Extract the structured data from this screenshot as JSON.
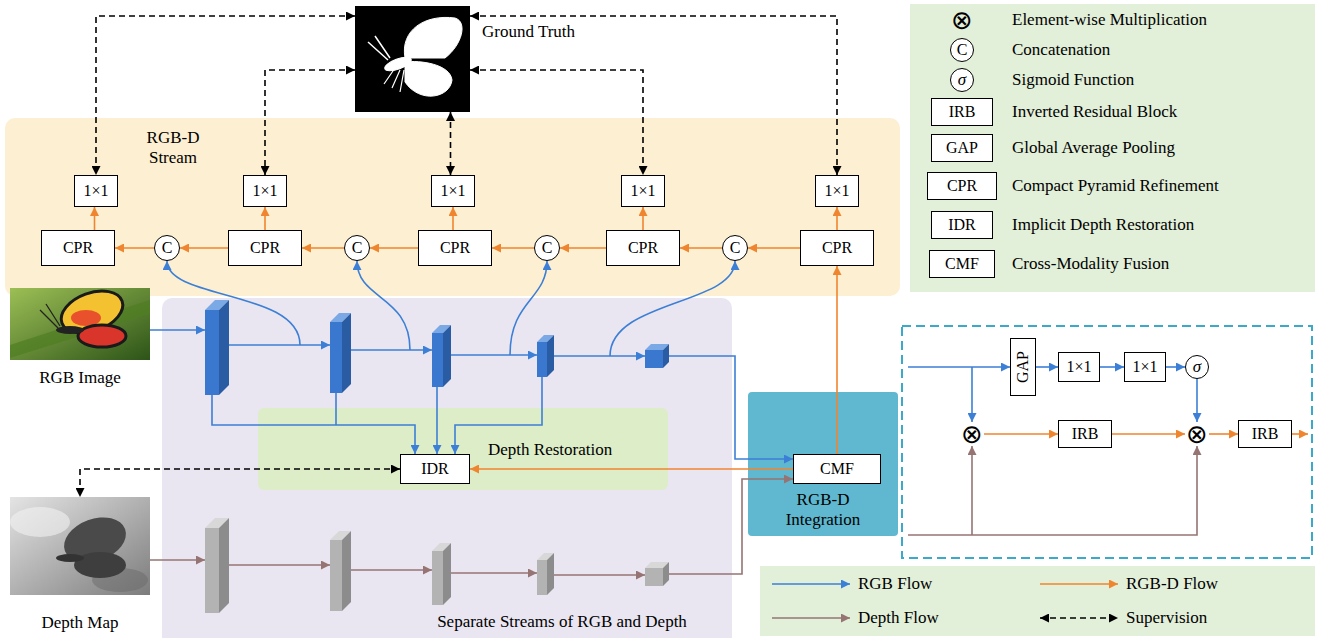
{
  "diagram": {
    "nodes": [
      {
        "text": [
          "Ground Truth"
        ]
      },
      {
        "text": [
          "RGB-D Stream"
        ]
      },
      {
        "text": [
          "1×1"
        ],
        "in": 1
      },
      {
        "text": [
          "1×1"
        ],
        "in": 1
      },
      {
        "text": [
          "1×1"
        ],
        "in": 1
      },
      {
        "text": [
          "1×1"
        ],
        "in": 1
      },
      {
        "text": [
          "1×1"
        ],
        "in": 1
      },
      {
        "text": [
          "CPR"
        ],
        "in": 1
      },
      {
        "text": [
          "C"
        ],
        "in": 1
      },
      {
        "text": [
          "CPR"
        ],
        "in": 1
      },
      {
        "text": [
          "C"
        ],
        "in": 1
      },
      {
        "text": [
          "CPR"
        ],
        "in": 1
      },
      {
        "text": [
          "C"
        ],
        "in": 1
      },
      {
        "text": [
          "CPR"
        ],
        "in": 1
      },
      {
        "text": [
          "C"
        ],
        "in": 1
      },
      {
        "text": [
          "CPR"
        ],
        "in": 1
      },
      {
        "text": [
          "RGB Image"
        ]
      },
      {
        "text": [
          "Separate Streams of RGB and Depth"
        ]
      },
      {
        "text": [
          "Depth Restoration"
        ],
        "in": 17
      },
      {
        "text": [
          "IDR"
        ],
        "in": 18
      },
      {
        "text": [
          "Depth Map"
        ]
      },
      {
        "text": [
          "RGB-D Integration"
        ]
      },
      {
        "text": [
          "CMF"
        ],
        "in": 21
      },
      {
        "text": [
          "GAP"
        ]
      },
      {
        "text": [
          "1×1"
        ]
      },
      {
        "text": [
          "1×1"
        ]
      },
      {
        "text": [
          "σ"
        ]
      },
      {
        "text": [
          "⊗"
        ]
      },
      {
        "text": [
          "IRB"
        ]
      },
      {
        "text": [
          "⊗"
        ]
      },
      {
        "text": [
          "IRB"
        ]
      }
    ],
    "edges": [
      {
        "from": 0,
        "to": 2,
        "arrow": "both"
      },
      {
        "from": 0,
        "to": 3,
        "arrow": "both"
      },
      {
        "from": 0,
        "to": 4,
        "arrow": "both"
      },
      {
        "from": 0,
        "to": 5,
        "arrow": "both"
      },
      {
        "from": 0,
        "to": 6,
        "arrow": "both"
      },
      {
        "from": 7,
        "to": 2,
        "arrow": "to"
      },
      {
        "from": 9,
        "to": 3,
        "arrow": "to"
      },
      {
        "from": 11,
        "to": 4,
        "arrow": "to"
      },
      {
        "from": 13,
        "to": 5,
        "arrow": "to"
      },
      {
        "from": 15,
        "to": 6,
        "arrow": "to"
      },
      {
        "from": 15,
        "to": 14,
        "arrow": "to"
      },
      {
        "from": 14,
        "to": 13,
        "arrow": "to"
      },
      {
        "from": 13,
        "to": 12,
        "arrow": "to"
      },
      {
        "from": 12,
        "to": 11,
        "arrow": "to"
      },
      {
        "from": 11,
        "to": 10,
        "arrow": "to"
      },
      {
        "from": 10,
        "to": 9,
        "arrow": "to"
      },
      {
        "from": 9,
        "to": 8,
        "arrow": "to"
      },
      {
        "from": 8,
        "to": 7,
        "arrow": "to"
      },
      {
        "from": 22,
        "to": 15,
        "arrow": "to"
      },
      {
        "from": 22,
        "to": 19,
        "arrow": "to"
      },
      {
        "from": 19,
        "to": 20,
        "arrow": "both"
      },
      {
        "from": 23,
        "to": 24,
        "arrow": "to"
      },
      {
        "from": 24,
        "to": 25,
        "arrow": "to"
      },
      {
        "from": 25,
        "to": 26,
        "arrow": "to"
      },
      {
        "from": 26,
        "to": 29,
        "arrow": "to"
      },
      {
        "from": 27,
        "to": 28,
        "arrow": "to"
      },
      {
        "from": 28,
        "to": 29,
        "arrow": "to"
      },
      {
        "from": 29,
        "to": 30,
        "arrow": "to"
      }
    ],
    "labels": [
      "⊗",
      "C",
      "σ",
      "IRB",
      "GAP",
      "CPR",
      "IDR",
      "CMF"
    ],
    "legend": [
      {
        "text": "Element-wise Multiplication"
      },
      {
        "text": "Concatenation"
      },
      {
        "text": "Sigmoid Function"
      },
      {
        "text": "Inverted Residual Block"
      },
      {
        "text": "Global Average Pooling"
      },
      {
        "text": "Compact Pyramid Refinement"
      },
      {
        "text": "Implicit Depth Restoration"
      },
      {
        "text": "Cross-Modality Fusion"
      },
      {
        "text": "RGB Flow"
      },
      {
        "text": "RGB-D Flow"
      },
      {
        "text": "Depth Flow"
      },
      {
        "text": "Supervision"
      }
    ]
  }
}
